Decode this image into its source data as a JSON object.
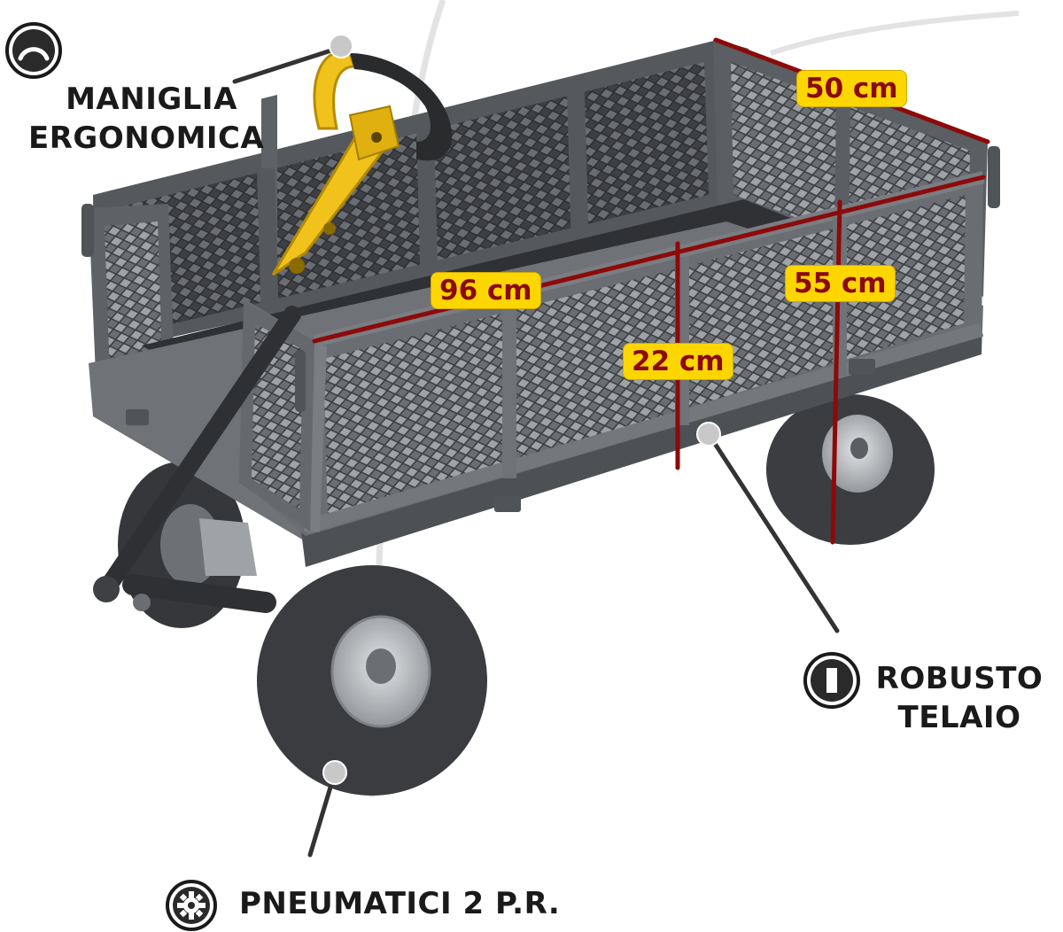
{
  "features": {
    "handle": {
      "line1": "MANIGLIA",
      "line2": "ERGONOMICA",
      "icon": "handle-arc-icon"
    },
    "frame": {
      "line1": "ROBUSTO",
      "line2": "TELAIO",
      "icon": "frame-bar-icon"
    },
    "tires": {
      "label": "PNEUMATICI 2 P.R.",
      "icon": "gear-icon"
    }
  },
  "dimensions": {
    "width": "50 cm",
    "length": "96 cm",
    "height": "55 cm",
    "depth": "22 cm"
  },
  "colors": {
    "cart_body": "#6b6e72",
    "cart_dark": "#3a3c3f",
    "handle": "#f1c21b",
    "tag_bg": "#fdd600",
    "tag_text": "#8c0a0a",
    "dim_line": "#8c0a0a",
    "tire": "#3b3d40",
    "hub": "#b9bcc0"
  }
}
